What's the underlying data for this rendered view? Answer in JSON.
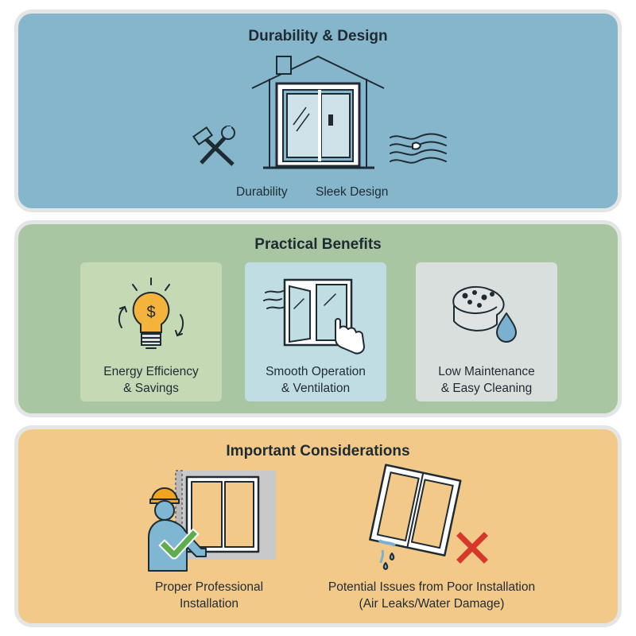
{
  "sections": {
    "durability": {
      "title": "Durability & Design",
      "label_left": "Durability",
      "label_right": "Sleek Design",
      "icons": [
        "house-window-icon",
        "hammer-wrench-icon",
        "wind-icon"
      ]
    },
    "benefits": {
      "title": "Practical Benefits",
      "cards": [
        {
          "line1": "Energy Efficiency",
          "line2": "& Savings",
          "icon": "lightbulb-dollar-icon"
        },
        {
          "line1": "Smooth Operation",
          "line2": "& Ventilation",
          "icon": "window-hand-icon"
        },
        {
          "line1": "Low Maintenance",
          "line2": "& Easy Cleaning",
          "icon": "sponge-drop-icon"
        }
      ]
    },
    "considerations": {
      "title": "Important Considerations",
      "items": [
        {
          "line1": "Proper Professional",
          "line2": "Installation",
          "icon": "installer-checkmark-icon"
        },
        {
          "line1": "Potential Issues from Poor Installation",
          "line2": "(Air Leaks/Water Damage)",
          "icon": "crooked-window-x-icon"
        }
      ]
    }
  },
  "colors": {
    "durability_bg": "#86b6cc",
    "benefits_bg": "#a9c6a2",
    "considerations_bg": "#f2c988",
    "check": "#5fae4e",
    "cross": "#d6392b"
  }
}
